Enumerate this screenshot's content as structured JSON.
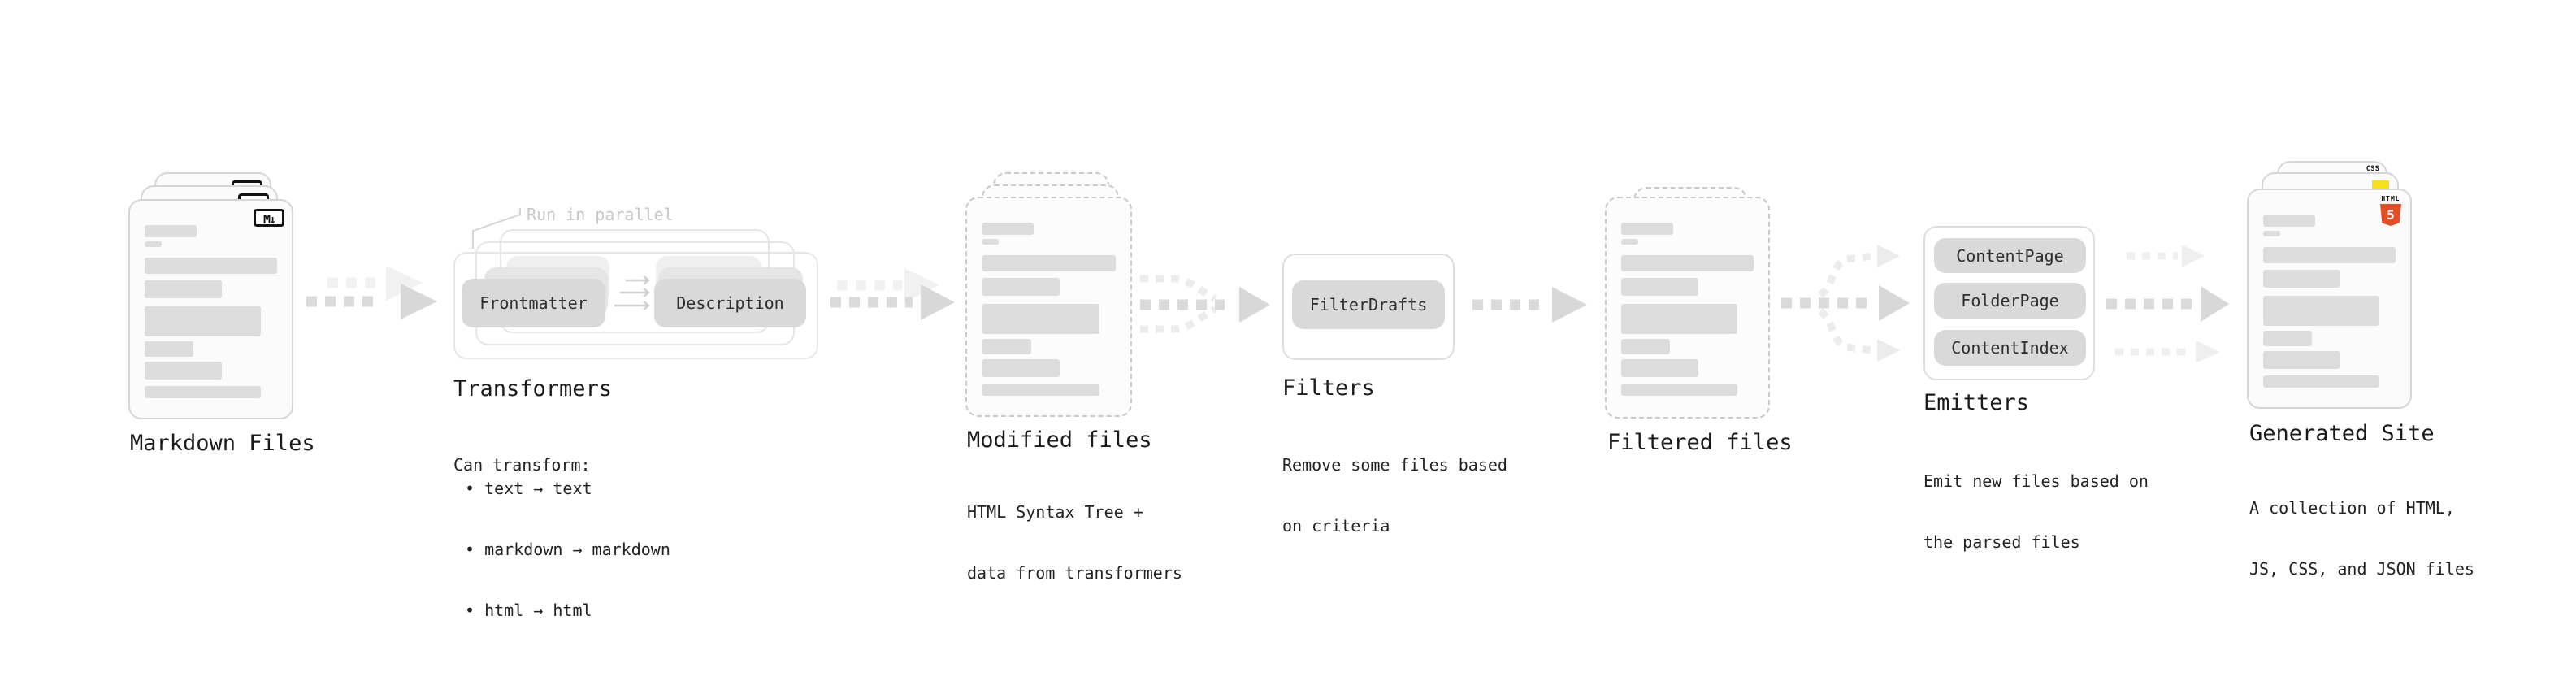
{
  "colors": {
    "html5_orange": "#e44d26",
    "js_yellow": "#f7df1e",
    "css_blue": "#2965f1"
  },
  "stages": {
    "markdown": {
      "title": "Markdown Files",
      "icon_text": "M↓"
    },
    "transformers": {
      "title": "Transformers",
      "annotation": "Run in parallel",
      "can_transform": "Can transform:",
      "bullets": [
        "• text → text",
        "• markdown → markdown",
        "• html → html"
      ],
      "frontmatter": "Frontmatter",
      "description": "Description"
    },
    "modified": {
      "title": "Modified files",
      "desc1": "HTML Syntax Tree +",
      "desc2": "data from transformers"
    },
    "filters": {
      "title": "Filters",
      "box": "FilterDrafts",
      "desc1": "Remove some files based",
      "desc2": "on criteria"
    },
    "filtered": {
      "title": "Filtered files"
    },
    "emitters": {
      "title": "Emitters",
      "boxes": [
        "ContentPage",
        "FolderPage",
        "ContentIndex"
      ],
      "desc1": "Emit new files based on",
      "desc2": "the parsed files"
    },
    "generated": {
      "title": "Generated Site",
      "desc1": "A collection of HTML,",
      "desc2": "JS, CSS, and JSON files",
      "html5_label": "HTML",
      "html5_digit": "5",
      "css_label": "CSS"
    }
  }
}
